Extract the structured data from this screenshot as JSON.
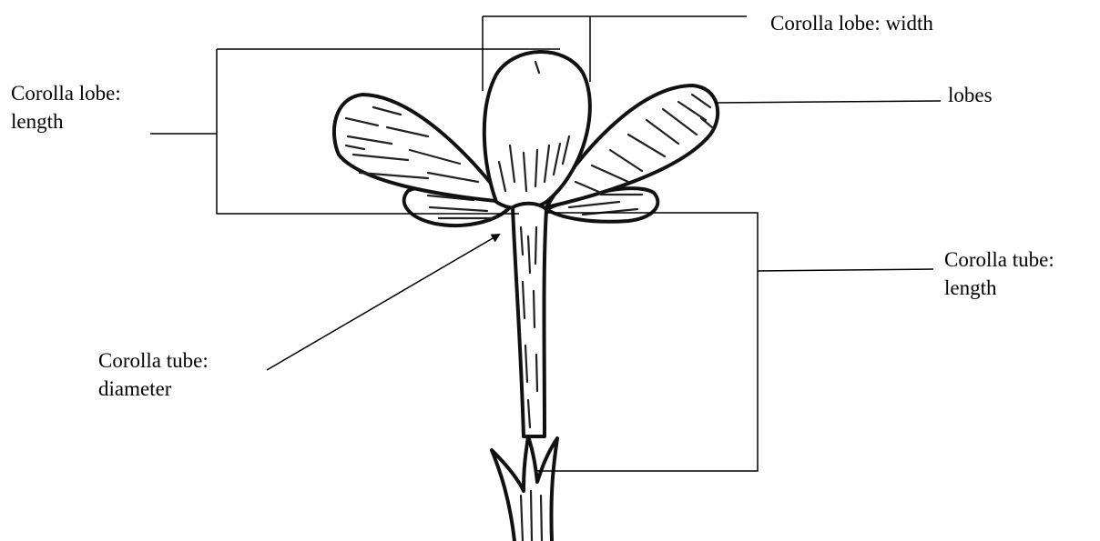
{
  "labels": {
    "lobe_width": "Corolla lobe: width",
    "lobes": "lobes",
    "lobe_length": [
      "Corolla lobe:",
      "length"
    ],
    "tube_length": [
      "Corolla tube:",
      "length"
    ],
    "tube_diameter": [
      "Corolla tube:",
      "diameter"
    ]
  },
  "colors": {
    "ink": "#111111",
    "background": "#ffffff"
  }
}
